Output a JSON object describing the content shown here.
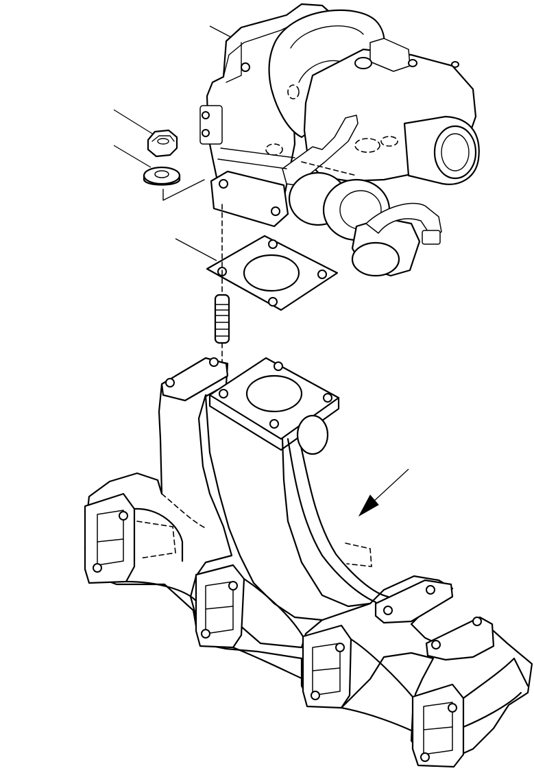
{
  "diagram": {
    "colors": {
      "line": "#000000",
      "background": "#ffffff"
    },
    "parts": [
      {
        "id": "turbocharger",
        "icon": "turbocharger-icon"
      },
      {
        "id": "nut",
        "icon": "hex-nut-icon"
      },
      {
        "id": "washer",
        "icon": "washer-icon"
      },
      {
        "id": "gasket",
        "icon": "gasket-icon"
      },
      {
        "id": "stud",
        "icon": "stud-bolt-icon"
      },
      {
        "id": "exhaust-manifold",
        "icon": "exhaust-manifold-icon"
      }
    ]
  }
}
